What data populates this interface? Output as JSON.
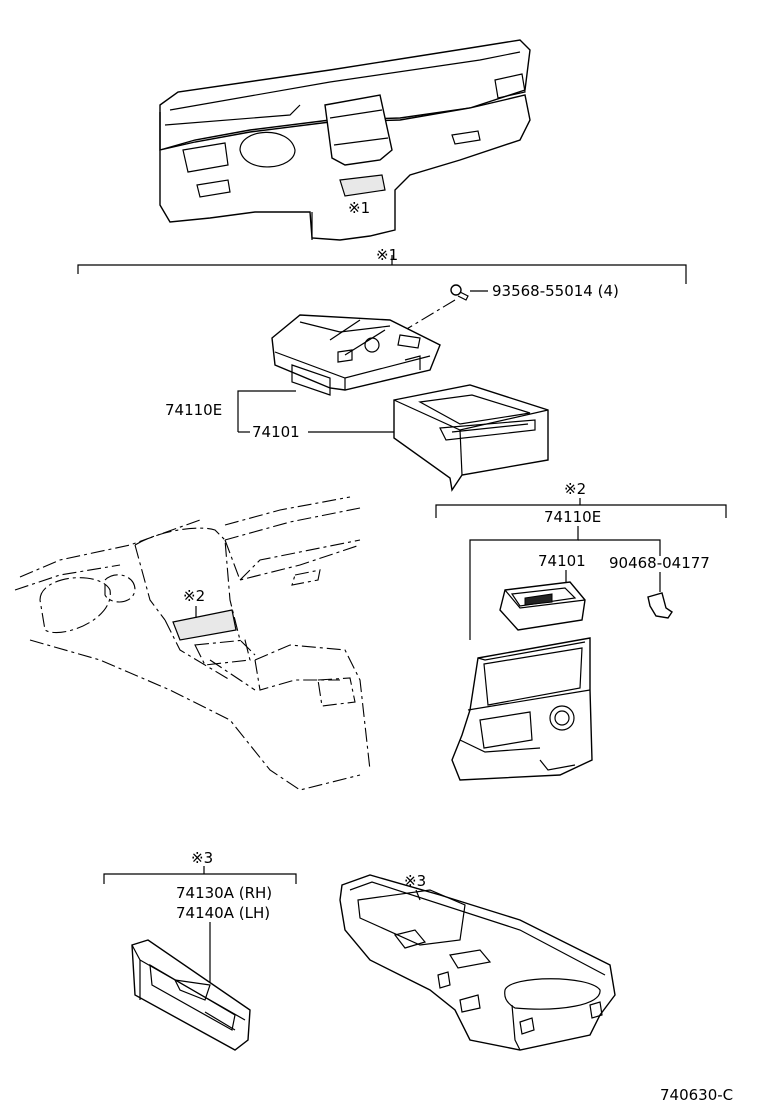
{
  "diagram": {
    "code": "740630-C",
    "groups": [
      {
        "mark": "※1",
        "parts": [
          {
            "id": "p-screw",
            "label": "93568-55014 (4)"
          },
          {
            "id": "p-74110e-1",
            "label": "74110E"
          },
          {
            "id": "p-74101-1",
            "label": "74101"
          }
        ]
      },
      {
        "mark": "※2",
        "parts": [
          {
            "id": "p-74110e-2",
            "label": "74110E"
          },
          {
            "id": "p-74101-2",
            "label": "74101"
          },
          {
            "id": "p-clip",
            "label": "90468-04177"
          }
        ]
      },
      {
        "mark": "※3",
        "parts": [
          {
            "id": "p-rh",
            "label": "74130A (RH)"
          },
          {
            "id": "p-lh",
            "label": "74140A (LH)"
          }
        ]
      }
    ],
    "location_marks": {
      "dash": "※1",
      "console": "※2",
      "armrest": "※3"
    }
  }
}
